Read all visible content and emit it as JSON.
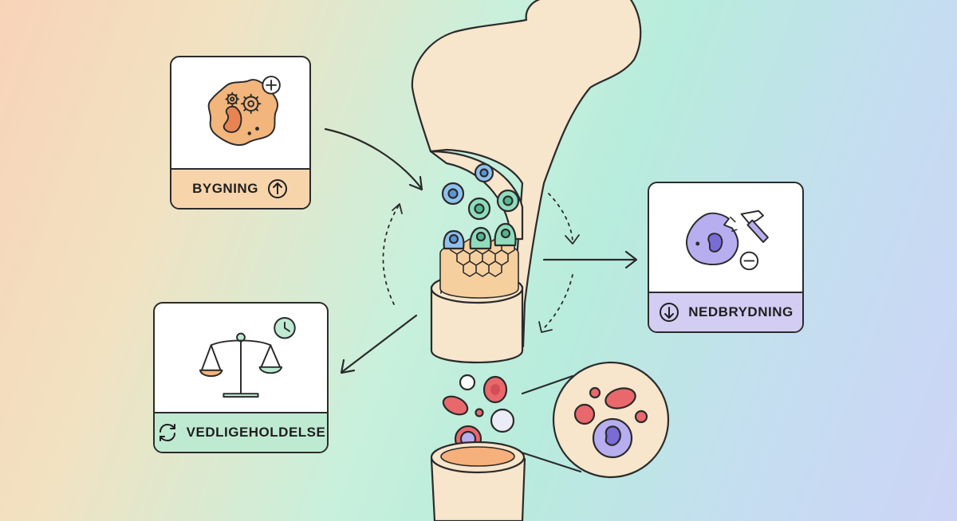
{
  "cards": {
    "build": {
      "label": "BYGNING",
      "color": "#f8d4ab",
      "icon": "arrow-up-circle-icon"
    },
    "breakdown": {
      "label": "NEDBRYDNING",
      "color": "#d3ccf3",
      "icon": "arrow-down-circle-icon"
    },
    "maintenance": {
      "label": "VEDLIGEHOLDELSE",
      "color": "#bfead2",
      "icon": "refresh-icon"
    }
  },
  "colors": {
    "bone": "#f7e5cc",
    "outline": "#2b2b2b",
    "osteoblast": "#f2b57c",
    "osteoclast": "#b7aef0",
    "blood_cell": "#e9686c",
    "stem_cell_blue": "#8fc1ee",
    "stem_cell_green": "#8fdcbc"
  }
}
